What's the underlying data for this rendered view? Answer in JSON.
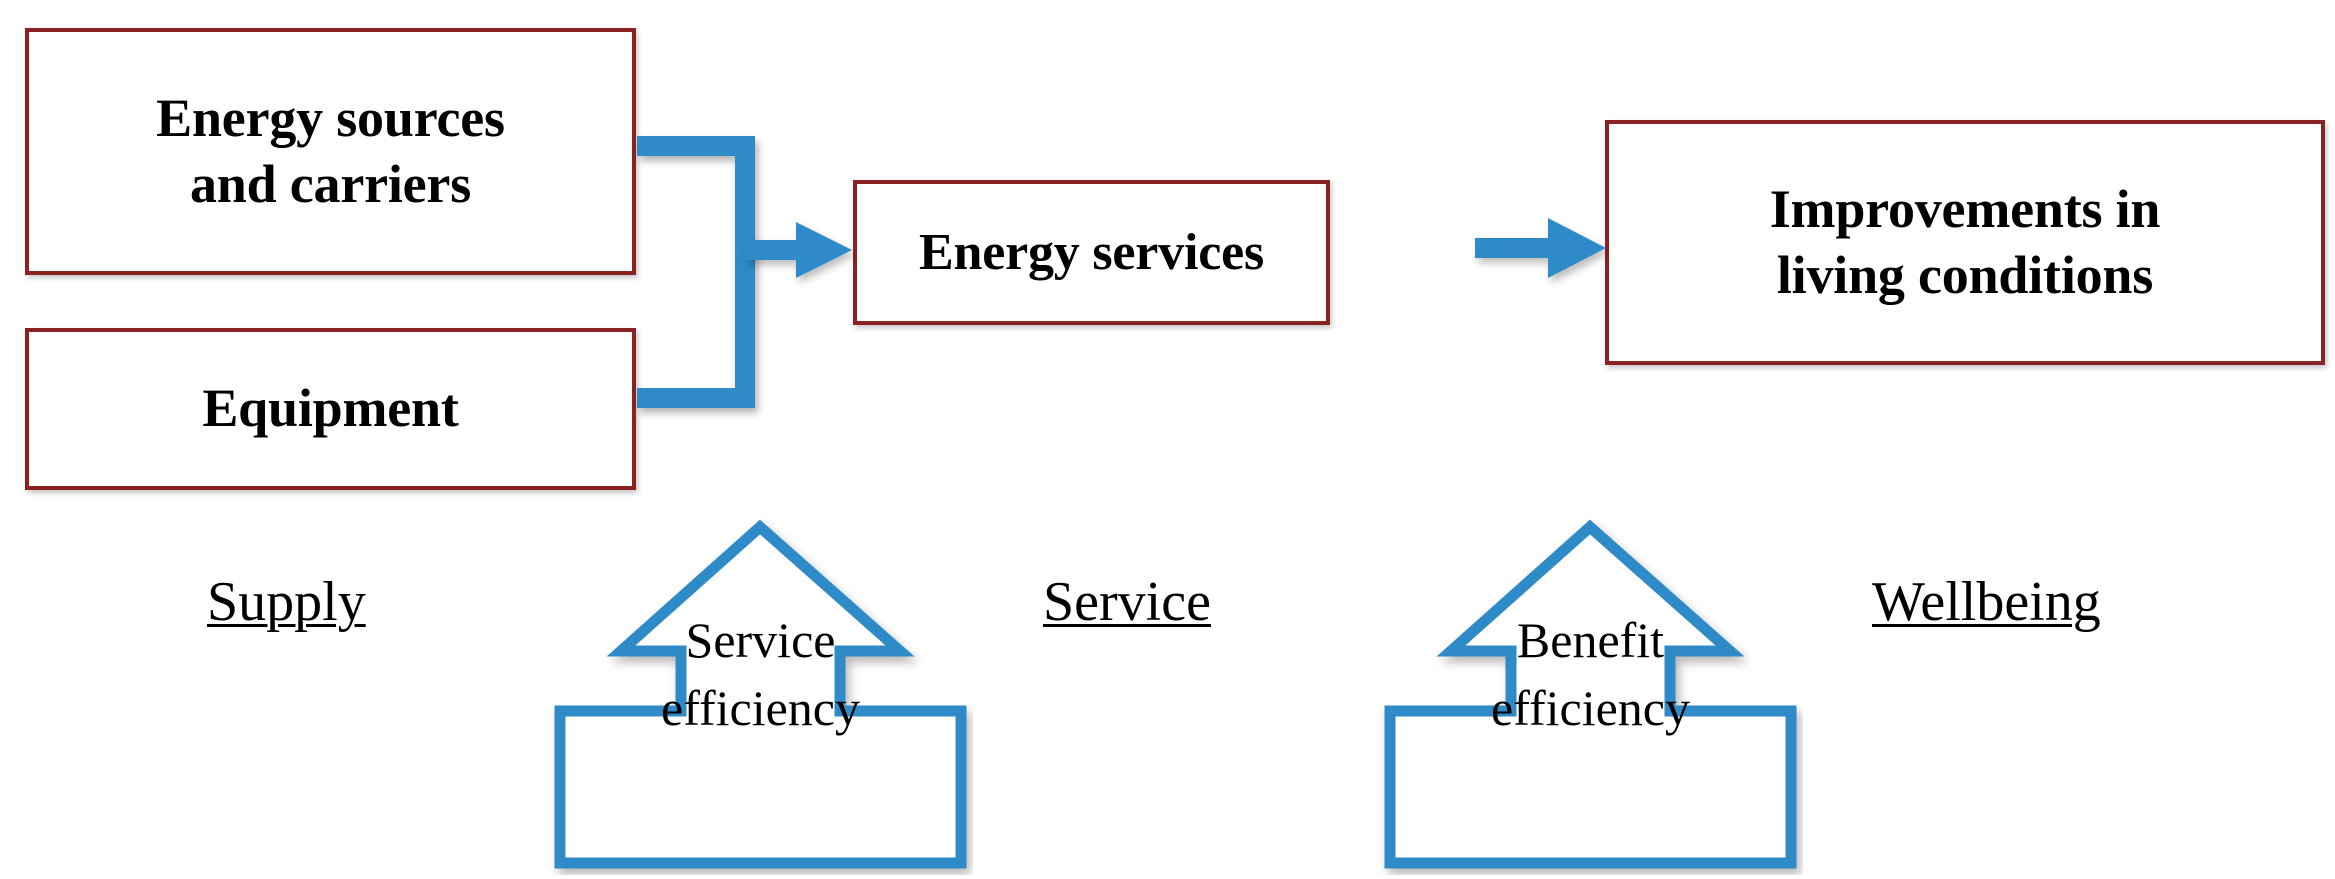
{
  "diagram": {
    "title": "Energy supply to wellbeing chain",
    "colors": {
      "box_border": "#8B2222",
      "connector_blue": "#2E8BC8",
      "text": "#000000",
      "background": "#FFFFFF"
    },
    "boxes": [
      {
        "id": "energy-sources",
        "label": "Energy sources\nand carriers"
      },
      {
        "id": "equipment",
        "label": "Equipment"
      },
      {
        "id": "energy-services",
        "label": "Energy services"
      },
      {
        "id": "improvements",
        "label": "Improvements in\nliving conditions"
      }
    ],
    "box_labels": {
      "energy_sources_line1": "Energy sources",
      "energy_sources_line2": "and carriers",
      "equipment": "Equipment",
      "energy_services": "Energy services",
      "improvements_line1": "Improvements in",
      "improvements_line2": "living conditions"
    },
    "callouts": [
      {
        "id": "service-efficiency",
        "line1": "Service",
        "line2": "efficiency"
      },
      {
        "id": "benefit-efficiency",
        "line1": "Benefit",
        "line2": "efficiency"
      }
    ],
    "callout_labels": {
      "service_line1": "Service",
      "service_line2": "efficiency",
      "benefit_line1": "Benefit",
      "benefit_line2": "efficiency"
    },
    "stage_labels": {
      "supply": "Supply",
      "service": "Service",
      "wellbeing": "Wellbeing"
    },
    "connectors": [
      {
        "id": "sources-to-junction",
        "from": "energy-sources",
        "to": "junction",
        "style": "elbow"
      },
      {
        "id": "equipment-to-junction",
        "from": "equipment",
        "to": "junction",
        "style": "elbow"
      },
      {
        "id": "junction-to-services",
        "from": "junction",
        "to": "energy-services",
        "style": "arrow"
      },
      {
        "id": "services-to-improvements",
        "from": "energy-services",
        "to": "improvements",
        "style": "arrow"
      }
    ]
  }
}
